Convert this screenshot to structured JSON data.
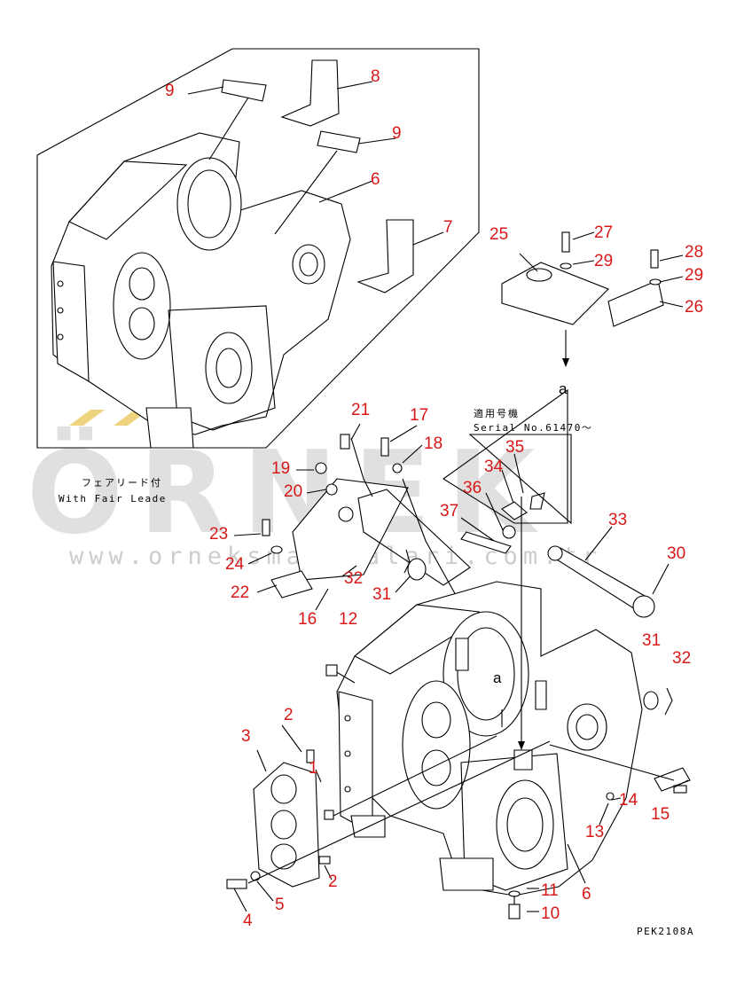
{
  "watermark": {
    "brand": "ÖRNEK",
    "url": "www.orneksmakinalari.com.tr",
    "color": "#c8c8c8",
    "accent": "#e8c24a"
  },
  "notes": {
    "fair_lead_jp": "フェアリード付",
    "fair_lead_en": "With Fair Leade",
    "serial_jp": "適用号機",
    "serial_en": "Serial No.61470～",
    "detail_arrow": "a",
    "detail_arrow_2": "a",
    "drawing_code": "PEK2108A"
  },
  "label_color": "#d81818",
  "callouts": {
    "c9a": "9",
    "c8": "8",
    "c9b": "9",
    "c6a": "6",
    "c7": "7",
    "c25": "25",
    "c27": "27",
    "c29a": "29",
    "c28": "28",
    "c29b": "29",
    "c26": "26",
    "c21": "21",
    "c17": "17",
    "c18": "18",
    "c19": "19",
    "c20": "20",
    "c35": "35",
    "c34": "34",
    "c36": "36",
    "c37": "37",
    "c33": "33",
    "c30": "30",
    "c23": "23",
    "c24": "24",
    "c22": "22",
    "c32a": "32",
    "c31a": "31",
    "c16": "16",
    "c12": "12",
    "c31b": "31",
    "c32b": "32",
    "c2a": "2",
    "c3": "3",
    "c1": "1",
    "c2b": "2",
    "c5": "5",
    "c4": "4",
    "c14": "14",
    "c15": "15",
    "c13": "13",
    "c6b": "6",
    "c11": "11",
    "c10": "10"
  }
}
